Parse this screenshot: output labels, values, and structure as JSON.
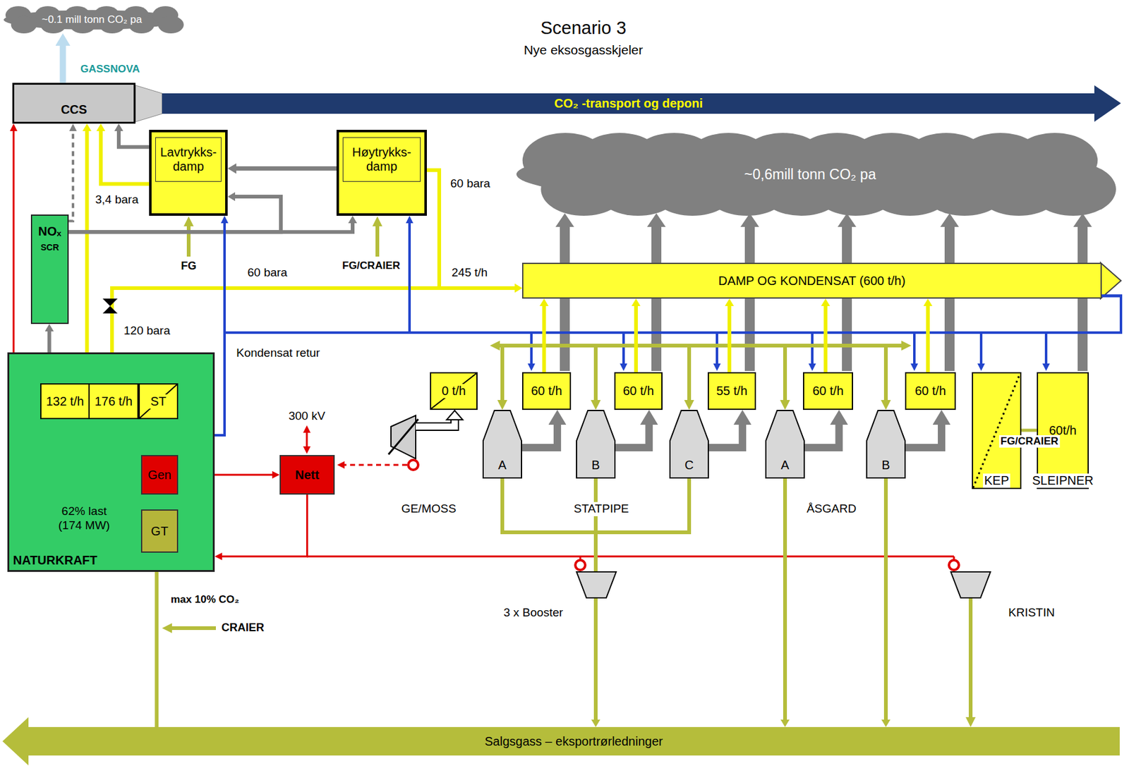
{
  "diagram": {
    "title": "Scenario 3",
    "nodes": [
      {
        "text": [
          "~0.1 mill tonn CO₂ pa"
        ]
      },
      {
        "text": [
          "CCS"
        ]
      },
      {
        "text": [
          "CO₂ -transport og deponi"
        ]
      },
      {
        "text": [
          "Lavtrykks-damp"
        ]
      },
      {
        "text": [
          "Høytrykks-damp"
        ]
      },
      {
        "text": [
          "~0,6mill tonn CO₂ pa"
        ]
      },
      {
        "text": [
          "NOₓ",
          "SCR"
        ]
      },
      {
        "text": [
          "DAMP OG KONDENSAT (600 t/h)"
        ]
      },
      {
        "text": [
          "NATURKRAFT"
        ]
      },
      {
        "text": [
          "132 t/h"
        ],
        "in": 8
      },
      {
        "text": [
          "176 t/h"
        ],
        "in": 8
      },
      {
        "text": [
          "ST"
        ],
        "in": 8
      },
      {
        "text": [
          "Gen"
        ],
        "in": 8
      },
      {
        "text": [
          "GT"
        ],
        "in": 8
      },
      {
        "text": [
          "Nett"
        ]
      },
      {
        "text": [
          "0 t/h"
        ]
      },
      {
        "text": [
          "60 t/h"
        ]
      },
      {
        "text": [
          "60 t/h"
        ]
      },
      {
        "text": [
          "55 t/h"
        ]
      },
      {
        "text": [
          "60 t/h"
        ]
      },
      {
        "text": [
          "60 t/h"
        ]
      },
      {
        "text": [
          "KEP"
        ]
      },
      {
        "text": [
          "60t/h",
          "SLEIPNER"
        ]
      },
      {
        "text": [
          "A"
        ]
      },
      {
        "text": [
          "B"
        ]
      },
      {
        "text": [
          "C"
        ]
      },
      {
        "text": [
          "A"
        ]
      },
      {
        "text": [
          "B"
        ]
      },
      {
        "text": [
          "Salgsgass – eksportrørledninger"
        ]
      }
    ],
    "edges": [
      {
        "from": 1,
        "to": 0,
        "arrow": "to"
      },
      {
        "from": 3,
        "to": 1,
        "arrow": "to"
      },
      {
        "from": 3,
        "to": 1,
        "arrow": "to"
      },
      {
        "from": 9,
        "to": 1,
        "arrow": "to"
      },
      {
        "from": 10,
        "to": 7,
        "arrow": "to"
      },
      {
        "from": 4,
        "to": 7,
        "arrow": "to"
      },
      {
        "from": 4,
        "to": 3,
        "arrow": "to"
      },
      {
        "from": 13,
        "to": 9,
        "arrow": "to"
      },
      {
        "from": 9,
        "to": 6,
        "arrow": "to"
      },
      {
        "from": 6,
        "to": 3,
        "arrow": "to"
      },
      {
        "from": 6,
        "to": 4,
        "arrow": "to"
      },
      {
        "from": 6,
        "to": 1,
        "arrow": "to"
      },
      {
        "from": 12,
        "to": 1,
        "arrow": "to"
      },
      {
        "from": 12,
        "to": 14,
        "arrow": "to"
      },
      {
        "from": 14,
        "to": 8,
        "arrow": "to"
      },
      {
        "from": 28,
        "to": 13,
        "arrow": "to"
      },
      {
        "from": 7,
        "to": 3,
        "arrow": "to"
      },
      {
        "from": 7,
        "to": 4,
        "arrow": "to"
      },
      {
        "from": 7,
        "to": 10,
        "arrow": "to"
      },
      {
        "from": 16,
        "to": 7,
        "arrow": "to"
      },
      {
        "from": 17,
        "to": 7,
        "arrow": "to"
      },
      {
        "from": 18,
        "to": 7,
        "arrow": "to"
      },
      {
        "from": 19,
        "to": 7,
        "arrow": "to"
      },
      {
        "from": 20,
        "to": 7,
        "arrow": "to"
      },
      {
        "from": 23,
        "to": 16,
        "arrow": "to"
      },
      {
        "from": 24,
        "to": 17,
        "arrow": "to"
      },
      {
        "from": 25,
        "to": 18,
        "arrow": "to"
      },
      {
        "from": 26,
        "to": 19,
        "arrow": "to"
      },
      {
        "from": 27,
        "to": 20,
        "arrow": "to"
      },
      {
        "from": 23,
        "to": 25,
        "arrow": "none"
      },
      {
        "from": 24,
        "to": 28,
        "arrow": "to"
      },
      {
        "from": 26,
        "to": 28,
        "arrow": "to"
      },
      {
        "from": 27,
        "to": 28,
        "arrow": "to"
      }
    ],
    "labels": [
      "Nye eksosgasskjeler",
      "GASSNOVA",
      "3,4 bara",
      "60 bara",
      "FG",
      "FG/CRAIER",
      "60 bara",
      "245 t/h",
      "120 bara",
      "Kondensat retur",
      "300 kV",
      "62% last (174 MW)",
      "GE/MOSS",
      "STATPIPE",
      "ÅSGARD",
      "FG/CRAIER",
      "max 10% CO₂",
      "CRAIER",
      "3 x Booster",
      "KRISTIN"
    ]
  }
}
